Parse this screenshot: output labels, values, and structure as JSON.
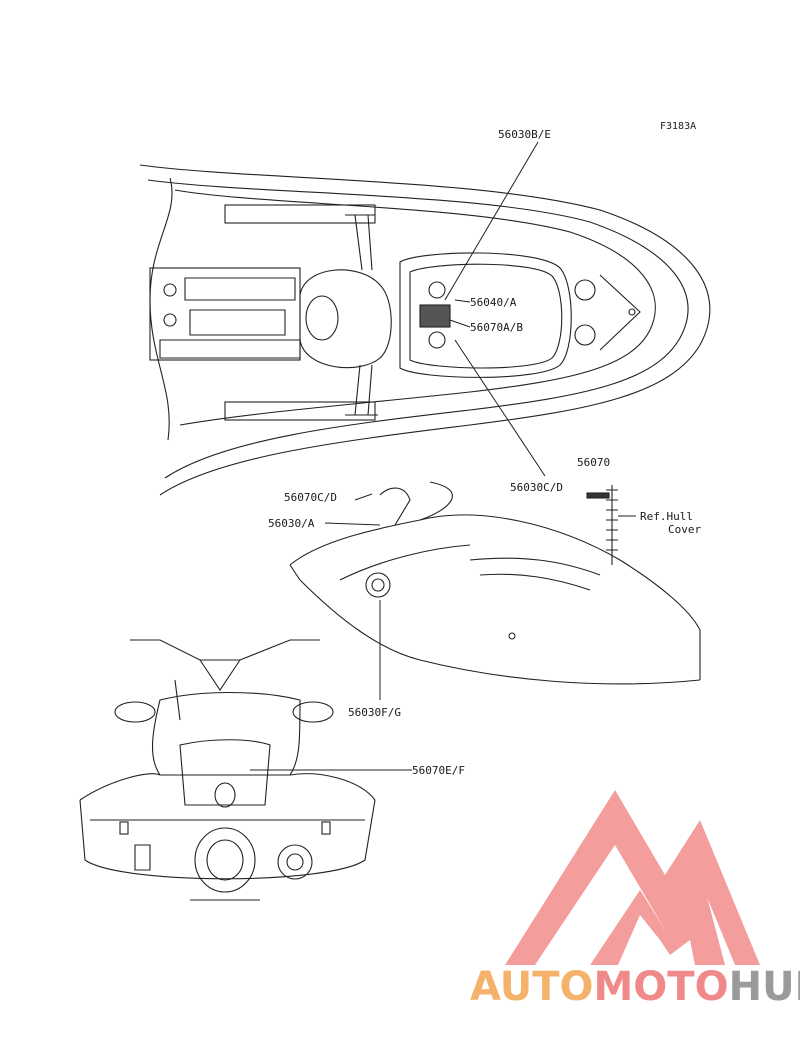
{
  "figure_code": "F3183A",
  "part_labels": {
    "l_56030be": "56030B/E",
    "l_56040a": "56040/A",
    "l_56070ab": "56070A/B",
    "l_56030cd": "56030C/D",
    "l_56070": "56070",
    "l_56070cd": "56070C/D",
    "l_56030a": "56030/A",
    "l_ref1": "Ref.Hull",
    "l_ref2": "Cover",
    "l_56030fg": "56030F/G",
    "l_56070ef": "56070E/F"
  },
  "watermark": {
    "part1": "AUTO",
    "part2": "MOTO",
    "part3": "HUB",
    "colors": {
      "auto": "#f5b26b",
      "moto": "#f08a8a",
      "hub": "#9a9a9a",
      "logo": "#f28c8c"
    }
  }
}
